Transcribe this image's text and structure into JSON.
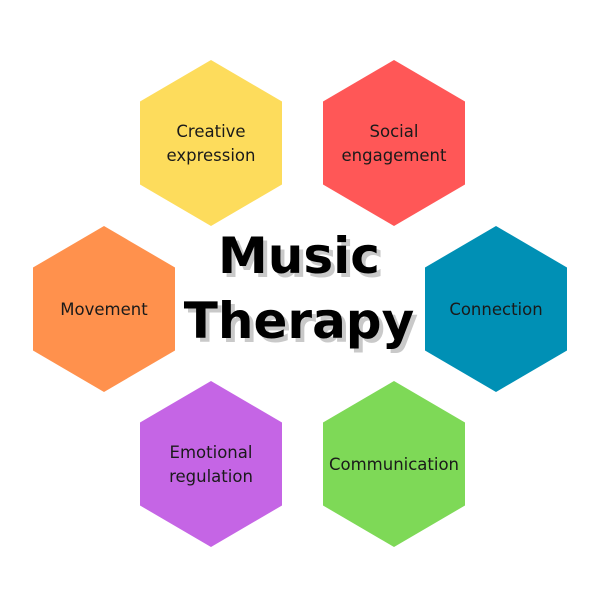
{
  "title": {
    "line1": "Music",
    "line2": "Therapy"
  },
  "hexagons": [
    {
      "id": "creative-expression",
      "lines": [
        "Creative",
        "expression"
      ],
      "color": "#FDDC5C"
    },
    {
      "id": "social-engagement",
      "lines": [
        "Social",
        "engagement"
      ],
      "color": "#FF5757"
    },
    {
      "id": "movement",
      "lines": [
        "Movement"
      ],
      "color": "#FF914D"
    },
    {
      "id": "connection",
      "lines": [
        "Connection"
      ],
      "color": "#0090B5"
    },
    {
      "id": "emotional-regulation",
      "lines": [
        "Emotional",
        "regulation"
      ],
      "color": "#C565E5"
    },
    {
      "id": "communication",
      "lines": [
        "Communication"
      ],
      "color": "#7ED957"
    }
  ]
}
